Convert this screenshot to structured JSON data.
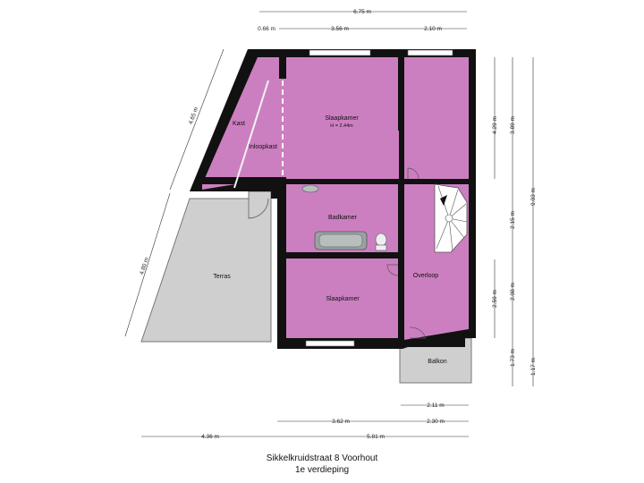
{
  "colors": {
    "room": "#cc7fc0",
    "wall": "#111111",
    "outdoor": "#cfcfcf",
    "window": "#ffffff",
    "dimension_line": "#333333"
  },
  "rooms": {
    "slaapkamer_top": "Slaapkamer",
    "slaapkamer_top_height": "H = 2.44m",
    "kast": "Kast",
    "inloopkast": "Inloopkast",
    "badkamer": "Badkamer",
    "slaapkamer_bottom": "Slaapkamer",
    "overloop": "Overloop",
    "terras": "Terras",
    "balkon": "Balkon"
  },
  "dimensions": {
    "top_total": "6.75 m",
    "top_a": "0.66 m",
    "top_b": "3.56 m",
    "top_c": "2.10 m",
    "left_upper": "4.65 m",
    "left_lower": "4.80 m",
    "right_a": "4.29 m",
    "right_b": "3.89 m",
    "right_c": "9.03 m",
    "right_d": "2.15 m",
    "right_e": "2.59 m",
    "right_f": "2.08 m",
    "right_g": "1.73 m",
    "right_h": "1.17 m",
    "bottom_a": "2.11 m",
    "bottom_b": "3.62 m",
    "bottom_c": "2.30 m",
    "bottom_d": "4.36 m",
    "bottom_e": "5.81 m"
  },
  "caption": {
    "line1": "Sikkelkruidstraat 8 Voorhout",
    "line2": "1e verdieping"
  }
}
